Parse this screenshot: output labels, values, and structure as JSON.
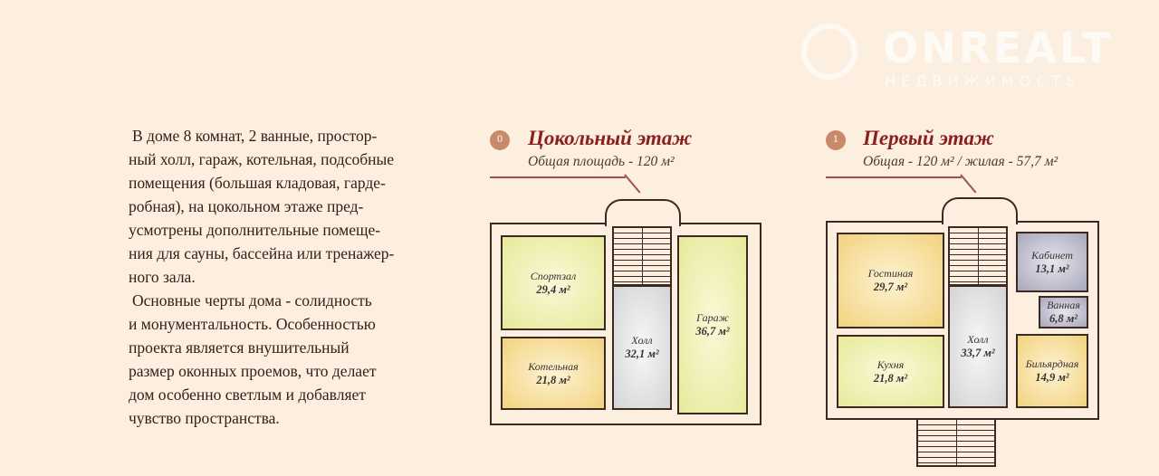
{
  "watermark": {
    "brand": "ONREALT",
    "tagline": "НЕДВИЖИМОСТЬ"
  },
  "description": {
    "lines": [
      "В доме 8 комнат, 2 ванные, простор-",
      "ный холл, гараж, котельная, подсобные",
      "помещения (большая кладовая, гарде-",
      "робная), на цокольном этаже пред-",
      "усмотрены дополнительные помеще-",
      "ния для сауны, бассейна или тренажер-",
      "ного зала.",
      "Основные черты дома - солидность",
      "и монументальность. Особенностью",
      "проекта является внушительный",
      "размер оконных проемов, что делает",
      "дом особенно светлым и добавляет",
      "чувство пространства."
    ]
  },
  "floors": [
    {
      "number": "0",
      "title": "Цокольный этаж",
      "subtitle": "Общая площадь - 120 м²",
      "rooms": [
        {
          "name": "Спортзал",
          "area": "29,4 м²"
        },
        {
          "name": "Котельная",
          "area": "21,8 м²"
        },
        {
          "name": "Холл",
          "area": "32,1 м²"
        },
        {
          "name": "Гараж",
          "area": "36,7 м²"
        }
      ]
    },
    {
      "number": "1",
      "title": "Первый этаж",
      "subtitle": "Общая - 120 м² / жилая - 57,7 м²",
      "rooms": [
        {
          "name": "Гостиная",
          "area": "29,7 м²"
        },
        {
          "name": "Кухня",
          "area": "21,8 м²"
        },
        {
          "name": "Холл",
          "area": "33,7 м²"
        },
        {
          "name": "Кабинет",
          "area": "13,1 м²"
        },
        {
          "name": "Ванная",
          "area": "6,8 м²"
        },
        {
          "name": "Бильярдная",
          "area": "14,9 м²"
        }
      ]
    }
  ]
}
